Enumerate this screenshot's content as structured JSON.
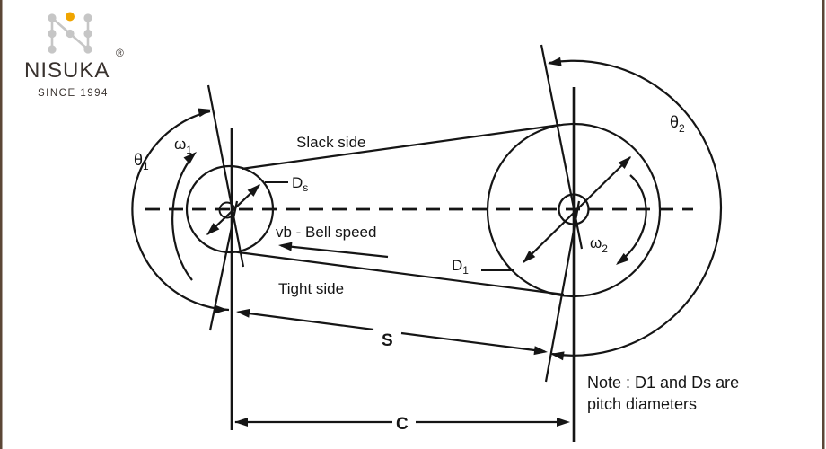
{
  "colors": {
    "stroke": "#151515",
    "border": "#5b4636",
    "logo_gray": "#c6c6c6",
    "logo_orange": "#f0a500",
    "logo_text": "#39322e",
    "background": "#ffffff"
  },
  "logo": {
    "brand": "NISUKA",
    "registered": "®",
    "tagline": "SINCE 1994"
  },
  "labels": {
    "slack_side": "Slack side",
    "tight_side": "Tight side",
    "belt_speed": "vb - Bell speed",
    "ds": {
      "base": "D",
      "sub": "s"
    },
    "d1": {
      "base": "D",
      "sub": "1"
    },
    "theta1": {
      "base": "θ",
      "sub": "1"
    },
    "omega1": {
      "base": "ω",
      "sub": "1"
    },
    "theta2": {
      "base": "θ",
      "sub": "2"
    },
    "omega2": {
      "base": "ω",
      "sub": "2"
    },
    "span": "S",
    "center_distance": "C",
    "note_line1": "Note : D1 and Ds are",
    "note_line2": "pitch diameters"
  }
}
